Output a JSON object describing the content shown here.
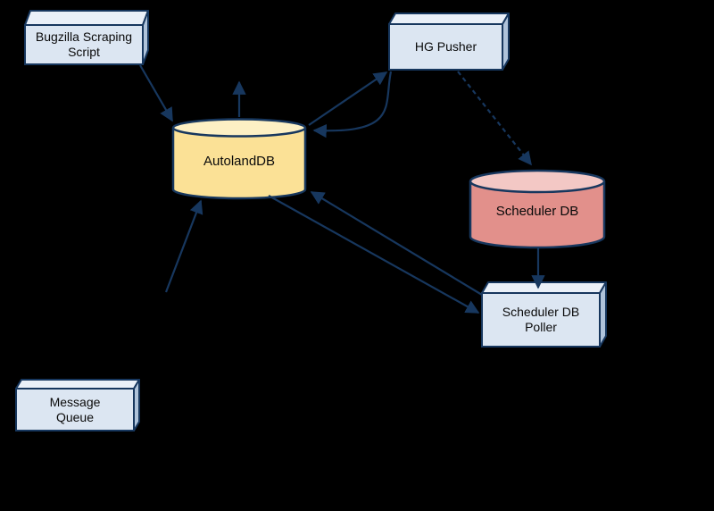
{
  "diagram": {
    "background_color": "#000000",
    "line_color": "#17375E",
    "text_color": "#0a0a0a",
    "nodes": {
      "bugzilla_scraping_script": {
        "label": "Bugzilla Scraping\nScript",
        "shape": "box3d",
        "fill": "#DCE6F2"
      },
      "hg_pusher": {
        "label": "HG Pusher",
        "shape": "box3d",
        "fill": "#DCE6F2"
      },
      "autoland_db": {
        "label": "AutolandDB",
        "shape": "cylinder",
        "fill": "#FBE196",
        "top_fill": "#FDF0C4"
      },
      "scheduler_db": {
        "label": "Scheduler DB",
        "shape": "cylinder",
        "fill": "#E2908B",
        "top_fill": "#F3C8C5"
      },
      "scheduler_db_poller": {
        "label": "Scheduler DB\nPoller",
        "shape": "box3d",
        "fill": "#DCE6F2"
      },
      "message_queue": {
        "label": "Message\nQueue",
        "shape": "box3d",
        "fill": "#DCE6F2"
      }
    },
    "edges": [
      {
        "id": "bugzilla-to-autolanddb",
        "from": "bugzilla_scraping_script",
        "to": "autoland_db",
        "line": "solid"
      },
      {
        "id": "autolanddb-up",
        "from": "autoland_db",
        "to": "offscreen-top",
        "line": "solid"
      },
      {
        "id": "autolanddb-to-hgpusher",
        "from": "autoland_db",
        "to": "hg_pusher",
        "line": "solid"
      },
      {
        "id": "hgpusher-to-autolanddb",
        "from": "hg_pusher",
        "to": "autoland_db",
        "line": "solid",
        "curved": true
      },
      {
        "id": "hgpusher-to-schedulerdb",
        "from": "hg_pusher",
        "to": "scheduler_db",
        "line": "dashed"
      },
      {
        "id": "schedulerdb-to-poller",
        "from": "scheduler_db",
        "to": "scheduler_db_poller",
        "line": "solid"
      },
      {
        "id": "poller-to-autolanddb",
        "from": "scheduler_db_poller",
        "to": "autoland_db",
        "line": "solid"
      },
      {
        "id": "autolanddb-to-poller",
        "from": "autoland_db",
        "to": "scheduler_db_poller",
        "line": "solid"
      },
      {
        "id": "lowerleft-to-autolanddb",
        "from": "offscreen-bottom-left",
        "to": "autoland_db",
        "line": "solid"
      }
    ]
  }
}
